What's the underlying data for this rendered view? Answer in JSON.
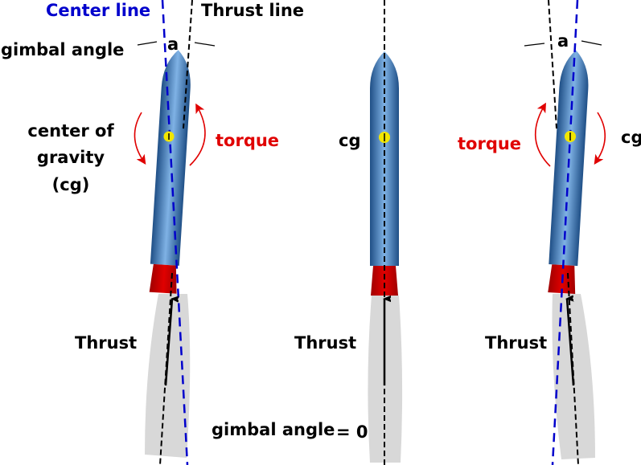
{
  "labels": {
    "center_line": "Center line",
    "thrust_line": "Thrust line",
    "gimbal_angle": "gimbal angle",
    "angle_symbol": "a",
    "cg_left_line1": "center of",
    "cg_left_line2": "gravity",
    "cg_left_line3": "(cg)",
    "torque_left": "torque",
    "thrust_left": "Thrust",
    "cg_middle": "cg",
    "thrust_middle": "Thrust",
    "gimbal_zero": "gimbal angle",
    "gimbal_zero_value": "= 0",
    "torque_right": "torque",
    "cg_right": "cg",
    "thrust_right": "Thrust",
    "angle_symbol_right": "a"
  },
  "colors": {
    "center_line": "#0000cc",
    "thrust_line": "#000000",
    "torque": "#e00000",
    "body_dark": "#1f4f86",
    "body_light": "#7fb2e5",
    "nozzle": "#cc0000",
    "plume": "#d8d8d8",
    "cg_marker": "#f2e600"
  }
}
